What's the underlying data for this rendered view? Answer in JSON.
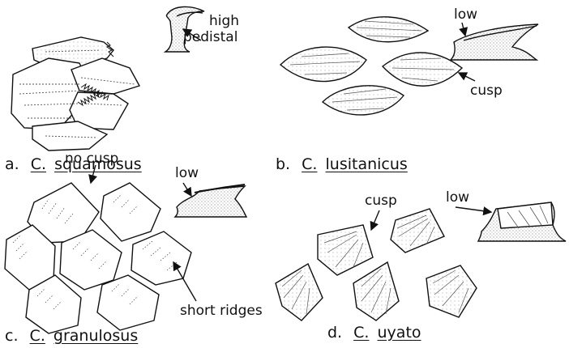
{
  "panels": {
    "a": {
      "letter": "a.",
      "genus": "C.",
      "species": "squamosus",
      "annotations": {
        "line1": "high",
        "line2": "pedistal"
      }
    },
    "b": {
      "letter": "b.",
      "genus": "C.",
      "species": "lusitanicus",
      "annotations": {
        "low": "low",
        "cusp": "cusp"
      }
    },
    "c": {
      "letter": "c.",
      "genus": "C.",
      "species": "granulosus",
      "annotations": {
        "no_cusp": "no cusp",
        "low": "low",
        "short_ridges": "short ridges"
      }
    },
    "d": {
      "letter": "d.",
      "genus": "C.",
      "species": "uyato",
      "annotations": {
        "cusp": "cusp",
        "low": "low"
      }
    }
  },
  "colors": {
    "ink": "#111111",
    "stipple": "#555555",
    "paper": "#ffffff"
  }
}
